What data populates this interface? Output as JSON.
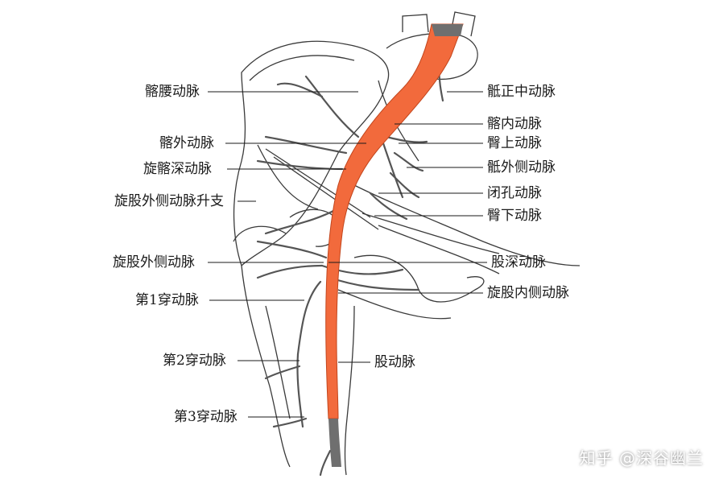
{
  "colors": {
    "artery": "#f26a3c",
    "artery_dark": "#6f6f6f",
    "line": "#1a1a1a",
    "background": "#ffffff"
  },
  "labels": {
    "iliolumbar": "髂腰动脉",
    "external_iliac": "髂外动脉",
    "deep_circumflex_iliac": "旋髂深动脉",
    "lat_circ_femoral_ascending": "旋股外侧动脉升支",
    "lat_circ_femoral": "旋股外侧动脉",
    "perforating_1": "第1穿动脉",
    "perforating_2": "第2穿动脉",
    "perforating_3": "第3穿动脉",
    "median_sacral": "骶正中动脉",
    "internal_iliac": "髂内动脉",
    "superior_gluteal": "臀上动脉",
    "lateral_sacral": "骶外侧动脉",
    "obturator": "闭孔动脉",
    "inferior_gluteal": "臀下动脉",
    "deep_femoral": "股深动脉",
    "med_circ_femoral": "旋股内侧动脉",
    "femoral": "股动脉"
  },
  "watermark": "知乎 @深谷幽兰"
}
